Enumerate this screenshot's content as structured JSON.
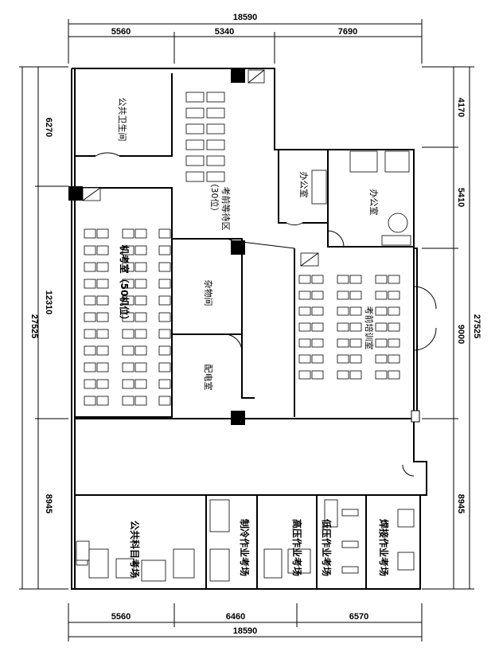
{
  "dimensions": {
    "top_total": "18590",
    "top_segments": [
      "5560",
      "5340",
      "7690"
    ],
    "bottom_segments": [
      "5560",
      "6460",
      "6570"
    ],
    "bottom_total": "18590",
    "left_total": "27525",
    "left_segments": [
      "6270",
      "12310",
      "8945"
    ],
    "right_total": "27525",
    "right_segments": [
      "4170",
      "5410",
      "9000",
      "8945"
    ]
  },
  "rooms": {
    "public_wc": "公共卫生间",
    "waiting_area": "考前等待区",
    "waiting_capacity": "（30位）",
    "office_small": "办公室",
    "office_large": "办公室",
    "computer_exam": "机考室（50机位）",
    "storage": "杂物间",
    "electrical": "配电室",
    "training": "考前培训室",
    "public_subject": "公共科目考场",
    "refrigeration": "制冷作业考场",
    "high_voltage": "高压作业考场",
    "low_voltage": "低压作业考场",
    "welding": "焊接作业考场"
  }
}
